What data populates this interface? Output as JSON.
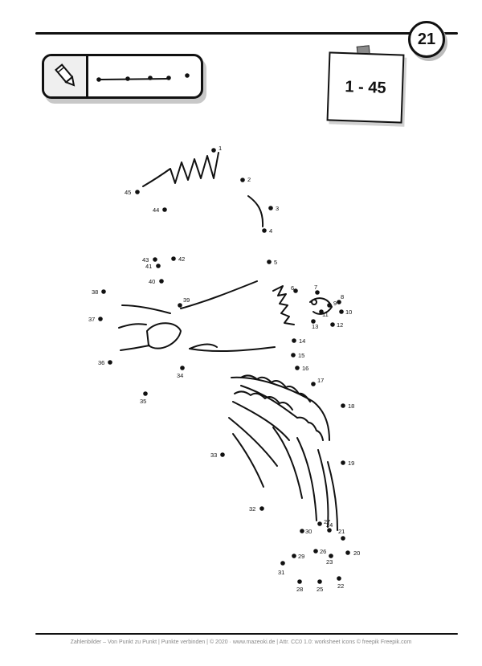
{
  "page_number": "21",
  "range_note": "1 - 45",
  "footer_text": "Zahlenbilder – Von Punkt zu Punkt | Punkte verbinden | © 2020 · www.mazeoki.de | Attr. CC0 1.0: worksheet icons © freepik Freepik.com",
  "icons": [
    "pencil-icon",
    "connect-dots-icon"
  ],
  "dots": [
    {
      "n": "1"
    },
    {
      "n": "2"
    },
    {
      "n": "3"
    },
    {
      "n": "4"
    },
    {
      "n": "5"
    },
    {
      "n": "6"
    },
    {
      "n": "7"
    },
    {
      "n": "8"
    },
    {
      "n": "9"
    },
    {
      "n": "10"
    },
    {
      "n": "11"
    },
    {
      "n": "12"
    },
    {
      "n": "13"
    },
    {
      "n": "14"
    },
    {
      "n": "15"
    },
    {
      "n": "16"
    },
    {
      "n": "17"
    },
    {
      "n": "18"
    },
    {
      "n": "19"
    },
    {
      "n": "20"
    },
    {
      "n": "21"
    },
    {
      "n": "22"
    },
    {
      "n": "23"
    },
    {
      "n": "24"
    },
    {
      "n": "25"
    },
    {
      "n": "26"
    },
    {
      "n": "27"
    },
    {
      "n": "28"
    },
    {
      "n": "29"
    },
    {
      "n": "30"
    },
    {
      "n": "31"
    },
    {
      "n": "32"
    },
    {
      "n": "33"
    },
    {
      "n": "34"
    },
    {
      "n": "35"
    },
    {
      "n": "36"
    },
    {
      "n": "37"
    },
    {
      "n": "38"
    },
    {
      "n": "39"
    },
    {
      "n": "40"
    },
    {
      "n": "41"
    },
    {
      "n": "42"
    },
    {
      "n": "43"
    },
    {
      "n": "44"
    },
    {
      "n": "45"
    }
  ]
}
